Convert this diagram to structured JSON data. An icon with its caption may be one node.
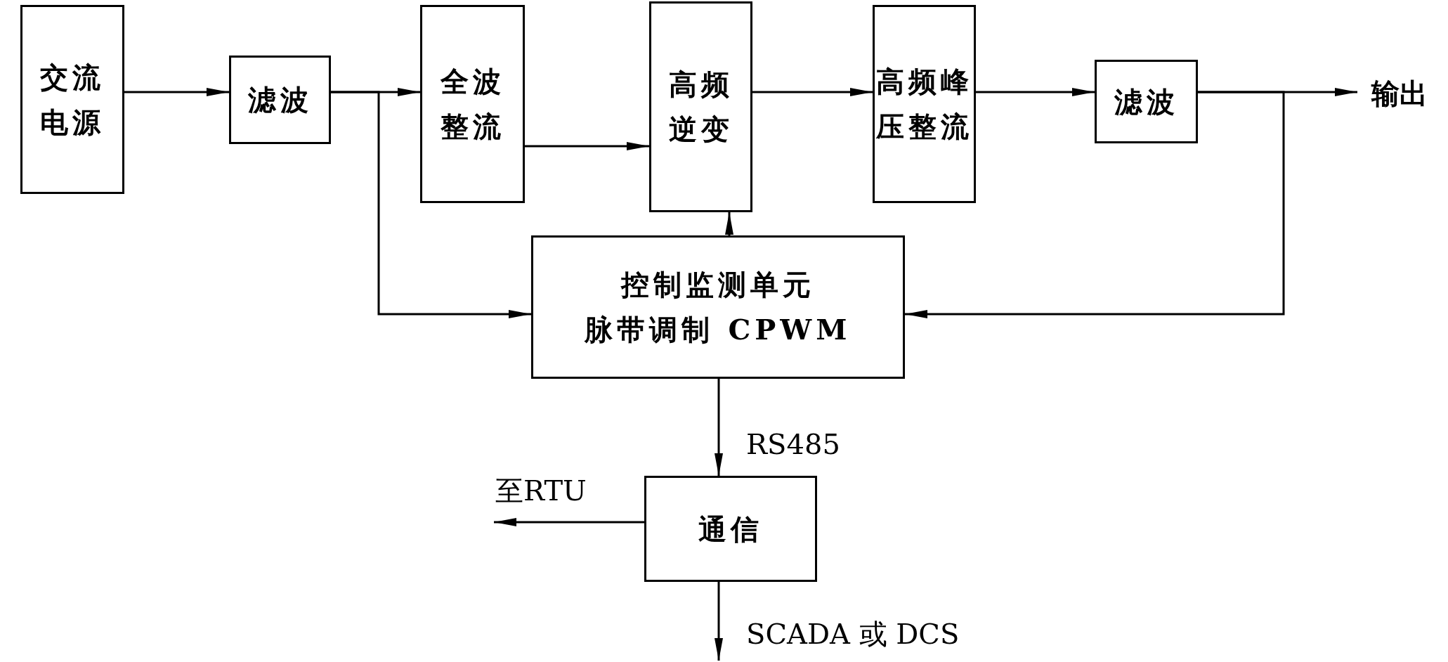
{
  "diagram": {
    "nodes": [
      {
        "text": [
          "交流电源"
        ]
      },
      {
        "text": [
          "滤波"
        ]
      },
      {
        "text": [
          "全波整流"
        ]
      },
      {
        "text": [
          "高频逆变"
        ]
      },
      {
        "text": [
          "高频峰压整流"
        ]
      },
      {
        "text": [
          "滤波"
        ]
      },
      {
        "text": [
          "输出"
        ]
      },
      {
        "text": [
          "控制监测单元",
          "脉带调制 CPWM"
        ]
      },
      {
        "text": [
          "通信"
        ]
      }
    ],
    "edges": [
      {
        "from": 0,
        "to": 1,
        "arrow": "to"
      },
      {
        "from": 1,
        "to": 2,
        "arrow": "to"
      },
      {
        "from": 2,
        "to": 3,
        "arrow": "to"
      },
      {
        "from": 3,
        "to": 4,
        "arrow": "to"
      },
      {
        "from": 4,
        "to": 5,
        "arrow": "to"
      },
      {
        "from": 5,
        "to": 6,
        "arrow": "to"
      },
      {
        "from": 1,
        "to": 7,
        "arrow": "to"
      },
      {
        "from": 7,
        "to": 3,
        "arrow": "to"
      },
      {
        "from": 5,
        "to": 7,
        "arrow": "to"
      },
      {
        "from": 7,
        "to": 8,
        "arrow": "to",
        "label": "RS485"
      },
      {
        "from": 8,
        "to": null,
        "arrow": "to",
        "label": "至RTU"
      },
      {
        "from": 8,
        "to": null,
        "arrow": "to",
        "label": "SCADA 或 DCS"
      }
    ]
  }
}
